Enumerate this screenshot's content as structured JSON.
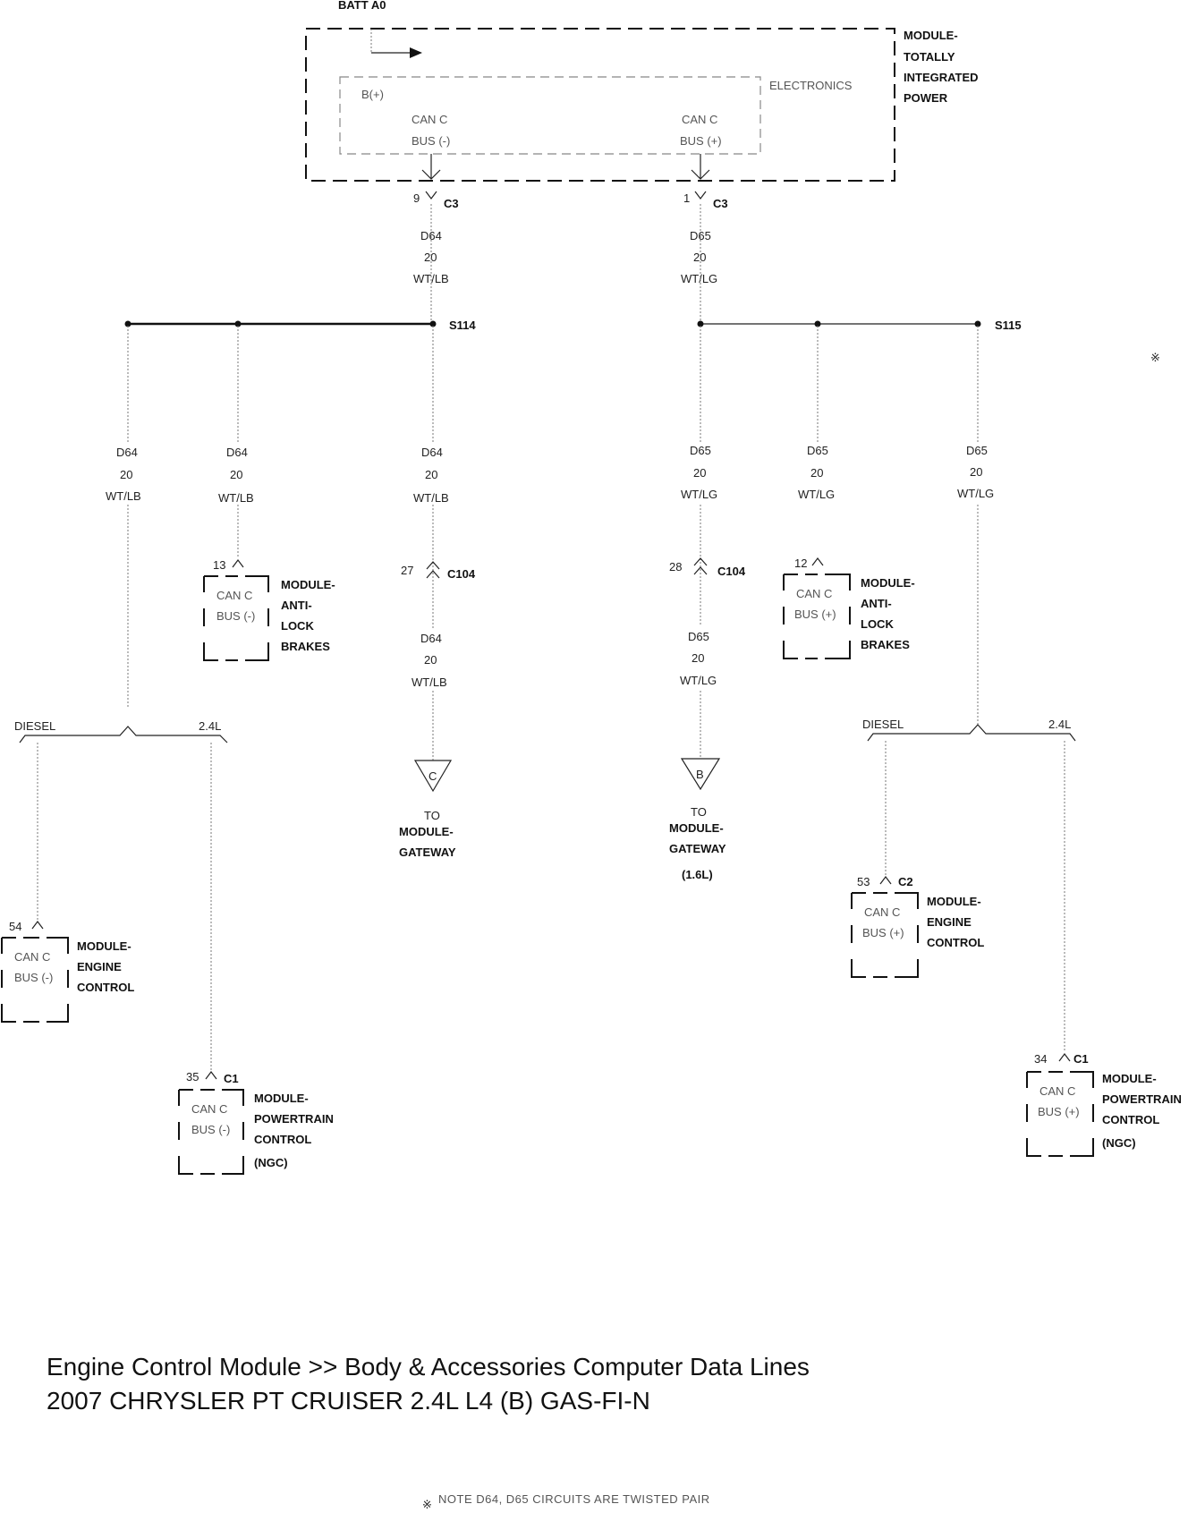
{
  "batt": "BATT A0",
  "tipm": {
    "l1": "MODULE-",
    "l2": "TOTALLY",
    "l3": "INTEGRATED",
    "l4": "POWER",
    "electronics": "ELECTRONICS",
    "bplus": "B(+)"
  },
  "can": "CAN C",
  "bus_minus": "BUS (-)",
  "bus_plus": "BUS (+)",
  "c3": "C3",
  "pin9": "9",
  "pin1": "1",
  "d64": "D64",
  "d65": "D65",
  "gauge": "20",
  "wtlb": "WT/LB",
  "wtlg": "WT/LG",
  "s114": "S114",
  "s115": "S115",
  "abs": {
    "l1": "MODULE-",
    "l2": "ANTI-",
    "l3": "LOCK",
    "l4": "BRAKES",
    "pin_minus": "13",
    "pin_plus": "12"
  },
  "c104": "C104",
  "pin27": "27",
  "pin28": "28",
  "diesel": "DIESEL",
  "l24": "2.4L",
  "gateway": {
    "to": "TO",
    "l1": "MODULE-",
    "l2": "GATEWAY",
    "c": "C",
    "b": "B",
    "variant": "(1.6L)"
  },
  "ecm": {
    "l1": "MODULE-",
    "l2": "ENGINE",
    "l3": "CONTROL",
    "pin_minus": "54",
    "pin_plus": "53",
    "conn": "C2"
  },
  "pcm": {
    "l1": "MODULE-",
    "l2": "POWERTRAIN",
    "l3": "CONTROL",
    "l4": "(NGC)",
    "pin_minus": "35",
    "pin_plus": "34",
    "conn": "C1"
  },
  "twisted_symbol": "※",
  "footer": {
    "title1": "Engine Control Module >> Body & Accessories Computer Data Lines",
    "title2": "2007 CHRYSLER PT CRUISER 2.4L L4 (B) GAS-FI-N",
    "note": "NOTE   D64, D65   CIRCUITS ARE TWISTED PAIR"
  }
}
